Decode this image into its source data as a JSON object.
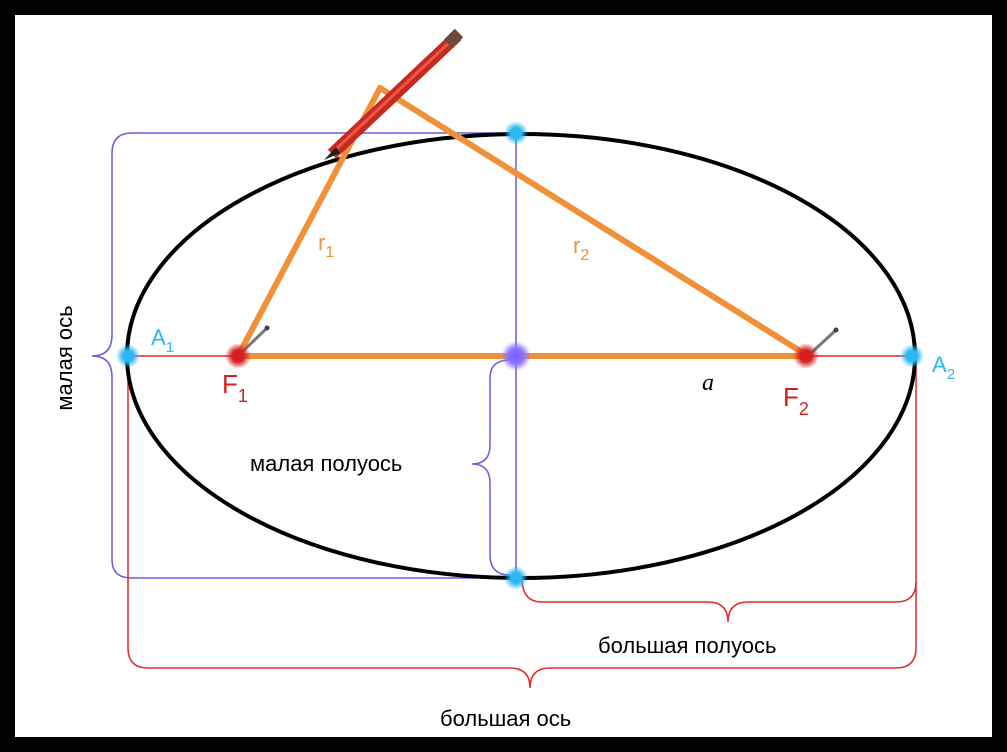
{
  "labels": {
    "minor_axis": "малая ось",
    "minor_semiaxis": "малая полуось",
    "major_semiaxis": "большая полуось",
    "major_axis": "большая ось",
    "a1_base": "A",
    "a1_sub": "1",
    "a2_base": "A",
    "a2_sub": "2",
    "f1_base": "F",
    "f1_sub": "1",
    "f2_base": "F",
    "f2_sub": "2",
    "r1_base": "r",
    "r1_sub": "1",
    "r2_base": "r",
    "r2_sub": "2",
    "a_label": "a"
  },
  "colors": {
    "background": "#000000",
    "canvas": "#ffffff",
    "ellipse": "#000000",
    "string": "#f0913a",
    "focus": "#d42020",
    "vertex": "#2bb8f0",
    "minor_brace": "#6a5ae0",
    "major_brace": "#e02828",
    "pencil": "#c8281e"
  }
}
